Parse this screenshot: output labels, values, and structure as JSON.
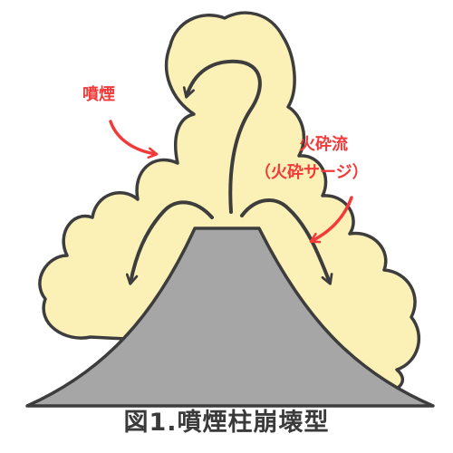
{
  "labels": {
    "smoke": "噴煙",
    "pyroclastic_flow": "火砕流",
    "pyroclastic_surge": "（火砕サージ）"
  },
  "caption": "図1.噴煙柱崩壊型",
  "colors": {
    "smoke_fill": "#fbf1b6",
    "outline": "#3d3d3d",
    "volcano_fill": "#a6a6a6",
    "label_red": "#f23a3a",
    "caption_text": "#3a3a3a"
  }
}
